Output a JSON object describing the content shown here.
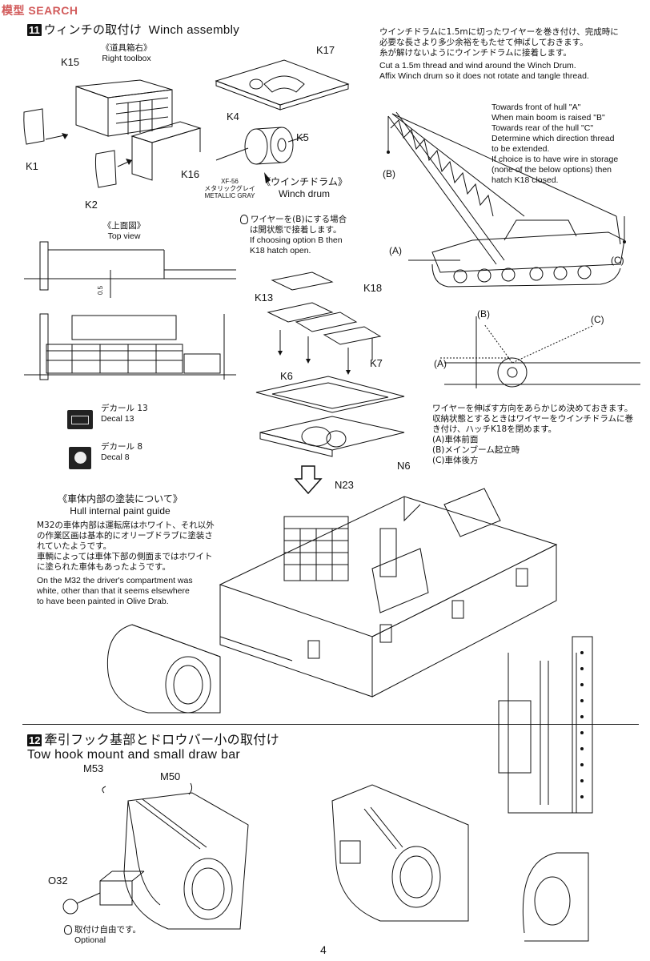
{
  "watermark": "模型 SEARCH",
  "step11": {
    "number": "11",
    "title_jp": "ウィンチの取付け",
    "title_en": "Winch assembly"
  },
  "toolbox": {
    "jp": "《道具箱右》",
    "en": "Right toolbox"
  },
  "parts": {
    "K15": "K15",
    "K1": "K1",
    "K2": "K2",
    "K16": "K16",
    "K17": "K17",
    "K4": "K4",
    "K5": "K5",
    "K18": "K18",
    "K13": "K13",
    "K7": "K7",
    "K6": "K6",
    "N6": "N6",
    "N23": "N23",
    "M53": "M53",
    "M50": "M50",
    "O32": "O32"
  },
  "paint": {
    "code": "XF-56",
    "jp": "メタリックグレイ",
    "en": "METALLIC GRAY"
  },
  "winch_drum": {
    "jp": "《ウインチドラム》",
    "en": "Winch drum"
  },
  "top_view": {
    "jp": "《上面図》",
    "en": "Top view",
    "dimension": "0.5"
  },
  "winch_note": {
    "jp_lines": [
      "ウインチドラムに1.5mに切ったワイヤーを巻き付け、完成時に",
      "必要な長さより多少余裕をもたせて伸ばしておきます。",
      "糸が解けないようにウインチドラムに接着します。"
    ],
    "en_lines": [
      "Cut a 1.5m thread and wind around the Winch Drum.",
      "Affix Winch drum so it does not rotate and tangle thread."
    ]
  },
  "direction_note": {
    "lines": [
      "Towards front of hull \"A\"",
      "When main boom is raised \"B\"",
      "Towards rear of the hull \"C\"",
      "Determine which direction thread",
      "to be extended.",
      "If choice is to have wire in storage",
      "(none of the below options) then",
      "hatch K18 closed."
    ]
  },
  "labels": {
    "A": "(A)",
    "B": "(B)",
    "C": "(C)"
  },
  "option_b": {
    "jp_lines": [
      "ワイヤーを(B)にする場合",
      "は開状態で接着します。"
    ],
    "en_lines": [
      "If choosing option B then",
      "K18 hatch open."
    ]
  },
  "decals": [
    {
      "jp": "デカール 13",
      "en": "Decal 13"
    },
    {
      "jp": "デカール 8",
      "en": "Decal 8"
    }
  ],
  "direction_jp": {
    "lines": [
      "ワイヤーを伸ばす方向をあらかじめ決めておきます。",
      "収納状態とするときはワイヤーをウインチドラムに巻",
      "き付け、ハッチK18を閉めます。",
      "(A)車体前面",
      "(B)メインブーム起立時",
      "(C)車体後方"
    ]
  },
  "hull_guide": {
    "title_jp": "《車体内部の塗装について》",
    "title_en": "Hull internal paint guide",
    "jp_lines": [
      "M32の車体内部は運転席はホワイト、それ以外",
      "の作業区画は基本的にオリーブドラブに塗装さ",
      "れていたようです。",
      "車輌によっては車体下部の側面まではホワイト",
      "に塗られた車体もあったようです。"
    ],
    "en_lines": [
      "On the M32 the driver's compartment was",
      "white, other than that it seems elsewhere",
      "to have been painted in Olive Drab."
    ]
  },
  "step12": {
    "number": "12",
    "title_jp": "牽引フック基部とドロウバー小の取付け",
    "title_en": "Tow hook mount and small draw bar"
  },
  "optional": {
    "jp": "取付け自由です。",
    "en": "Optional"
  },
  "page_number": "4"
}
